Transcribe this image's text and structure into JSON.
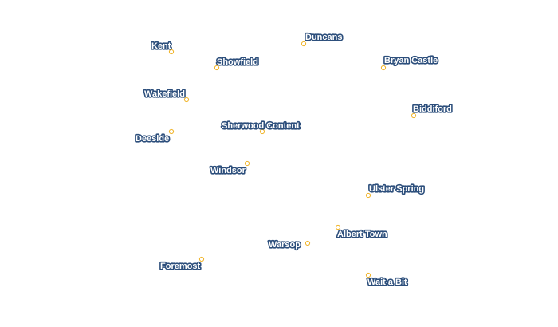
{
  "map": {
    "colors": {
      "background": "#ffffff",
      "marker": "#f0b429",
      "label_text": "#ffffff",
      "label_halo": "#2d4f7c"
    },
    "places": [
      {
        "id": "kent",
        "name": "Kent"
      },
      {
        "id": "duncans",
        "name": "Duncans"
      },
      {
        "id": "showfield",
        "name": "Showfield"
      },
      {
        "id": "bryan-castle",
        "name": "Bryan Castle"
      },
      {
        "id": "wakefield",
        "name": "Wakefield"
      },
      {
        "id": "biddiford",
        "name": "Biddiford"
      },
      {
        "id": "sherwood-content",
        "name": "Sherwood Content"
      },
      {
        "id": "deeside",
        "name": "Deeside"
      },
      {
        "id": "windsor",
        "name": "Windsor"
      },
      {
        "id": "ulster-spring",
        "name": "Ulster Spring"
      },
      {
        "id": "albert-town",
        "name": "Albert Town"
      },
      {
        "id": "warsop",
        "name": "Warsop"
      },
      {
        "id": "foremost",
        "name": "Foremost"
      },
      {
        "id": "wait-a-bit",
        "name": "Wait a Bit"
      }
    ]
  }
}
